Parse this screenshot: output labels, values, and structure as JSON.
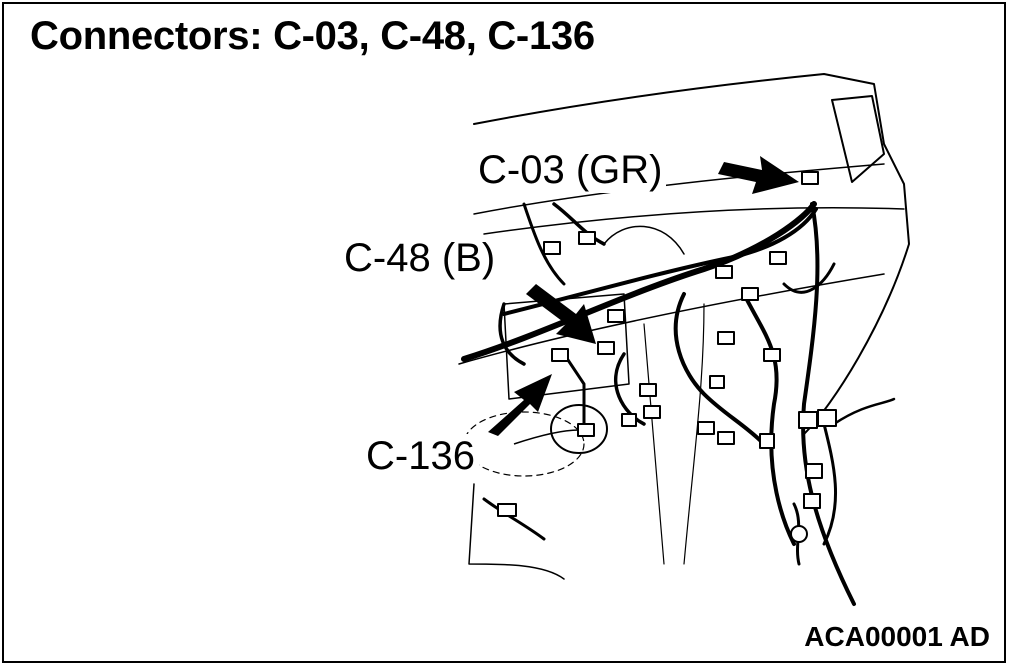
{
  "diagram": {
    "title": "Connectors: C-03, C-48, C-136",
    "figure_id": "ACA00001 AD",
    "callouts": [
      {
        "id": "c03",
        "label": "C-03 (GR)"
      },
      {
        "id": "c48",
        "label": "C-48 (B)"
      },
      {
        "id": "c136",
        "label": "C-136"
      }
    ]
  }
}
